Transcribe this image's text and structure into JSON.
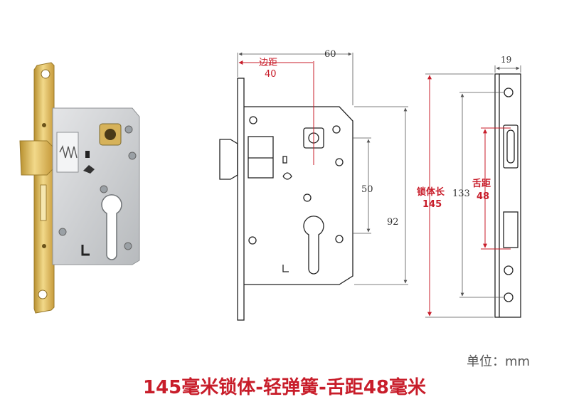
{
  "colors": {
    "dim_line": "#555555",
    "red_line": "#c81d2a",
    "brass": "#d8b45a",
    "steel": "#c9cbce"
  },
  "front_view": {
    "dims": {
      "width": "60",
      "backset_label": "边距",
      "backset_value": "40",
      "spindle_to_cylinder": "50",
      "case_height": "92"
    }
  },
  "side_view": {
    "dims": {
      "faceplate_width": "19",
      "lock_length_label": "锁体长",
      "lock_length_value": "145",
      "faceplate_length": "133",
      "latch_label": "舌距",
      "latch_value": "48"
    }
  },
  "unit_label": "单位：mm",
  "caption": "145毫米锁体-轻弹簧-舌距48毫米"
}
